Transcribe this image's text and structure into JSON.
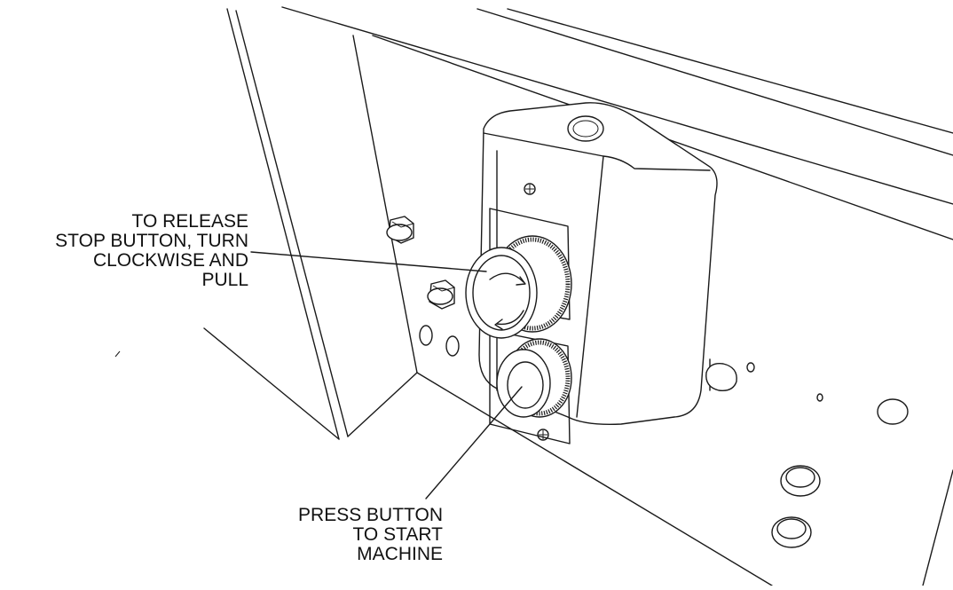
{
  "callouts": {
    "stop_release": {
      "lines": [
        "TO RELEASE",
        "STOP BUTTON, TURN",
        "CLOCKWISE AND",
        "PULL"
      ]
    },
    "start": {
      "lines": [
        "PRESS BUTTON",
        "TO START",
        "MACHINE"
      ]
    }
  },
  "components": {
    "stop_button": "emergency-stop-mushroom-button",
    "start_button": "start-push-button",
    "enclosure": "pushbutton-control-box"
  },
  "colors": {
    "line": "#1a1a1a",
    "background": "#ffffff"
  }
}
